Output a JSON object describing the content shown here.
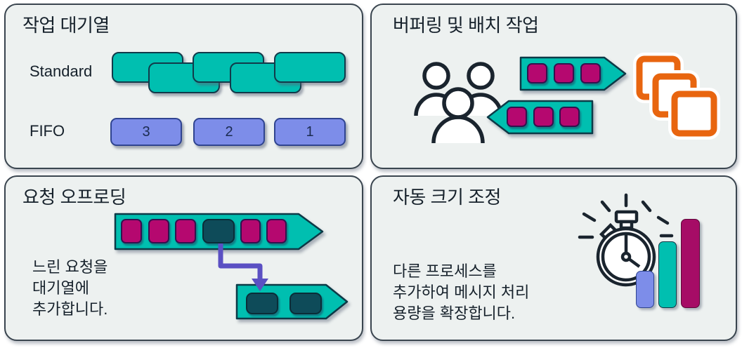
{
  "panels": {
    "work_queue": {
      "title": "작업 대기열",
      "standard_label": "Standard",
      "fifo_label": "FIFO",
      "fifo_items": [
        "3",
        "2",
        "1"
      ],
      "standard_message_count": 5
    },
    "buffering_batch": {
      "title": "버퍼링 및 배치 작업"
    },
    "request_offloading": {
      "title": "요청 오프로딩",
      "caption_lines": [
        "느린 요청을",
        "대기열에",
        "추가합니다."
      ]
    },
    "auto_scaling": {
      "title": "자동 크기 조정",
      "caption_lines": [
        "다른 프로세스를",
        "추가하여 메시지 처리",
        "용량을 확장합니다."
      ]
    }
  },
  "icons": {
    "users": "users-group-outline",
    "batch_squares": "three-stacked-squares-outline",
    "stopwatch": "stopwatch-with-burst",
    "queue_arrow": "thick-pentagon-arrow",
    "offload_arrow": "elbow-arrow-down-right"
  },
  "colors": {
    "panel_background": "#EDF1F0",
    "panel_border": "#3a454f",
    "teal": "#00BFB0",
    "teal_border": "#0d3a47",
    "magenta": "#B5086F",
    "dark_teal": "#0E4B59",
    "periwinkle": "#7D8DE9",
    "periwinkle_border": "#2F4490",
    "purple_arrow": "#5B50C3",
    "orange": "#E8650F",
    "ink": "#16212B"
  }
}
